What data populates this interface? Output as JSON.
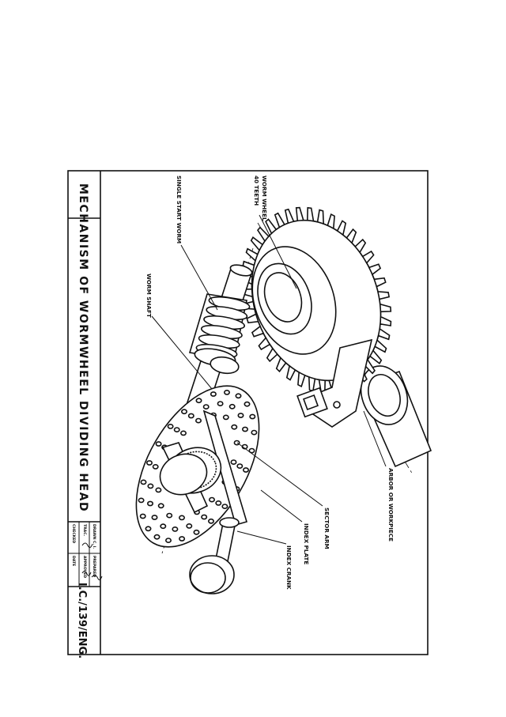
{
  "sheet": {
    "title": "MECHANISM OF WORMWHEEL DIVIDING HEAD",
    "drawing_number": "I.C./139/ENG.",
    "title_block": {
      "drawn": "DRAWN",
      "drawn_value": "C. I.",
      "traced": "TRAC.",
      "checked": "CHECKED",
      "prepared": "PREPARED",
      "approved": "APPROVED",
      "date": "DATE"
    }
  },
  "labels": {
    "worm_wheel": "WORM WHEEL",
    "worm_wheel_teeth": "40 TEETH",
    "single_start_worm": "SINGLE START WORM",
    "worm_shaft": "WORM SHAFT",
    "arbor": "ARBOR OR WORKPIECE",
    "sector_arm": "SECTOR ARM",
    "index_plate": "INDEX PLATE",
    "index_crank": "INDEX CRANK"
  },
  "colors": {
    "ink": "#111111",
    "paper": "#ffffff"
  }
}
